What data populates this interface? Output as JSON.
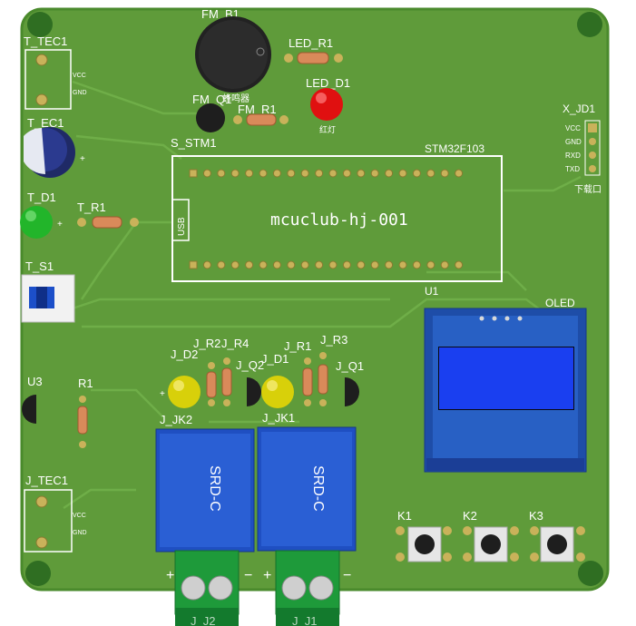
{
  "board": {
    "color": "#5f9b3a",
    "edge_color": "#4d8a2e",
    "silkscreen": "#ffffff",
    "copper": "#c9b25a"
  },
  "labels": {
    "fm_r1": "FM_R1",
    "led_r1": "LED_R1",
    "led_d1": "LED_D1",
    "fm_q1": "FM_Q1",
    "fm_r1b": "FM_R1",
    "t_tec1": "T_TEC1",
    "t_ec1": "T_EC1",
    "t_d1": "T_D1",
    "t_r1": "T_R1",
    "t_s1": "T_S1",
    "s_stm1": "S_STM1",
    "stm32": "STM32F103",
    "usb": "USB",
    "mcu": "mcuclub-hj-001",
    "u1": "U1",
    "oled": "OLED",
    "x_jd1": "X_JD1",
    "vcc": "VCC",
    "gnd": "GND",
    "rxd": "RXD",
    "txd": "TXD",
    "download": "下载口",
    "j_r2": "J_R2",
    "j_r4": "J_R4",
    "j_d2": "J_D2",
    "j_q2": "J_Q2",
    "j_r1": "J_R1",
    "j_r3": "J_R3",
    "j_d1": "J_D1",
    "j_q1": "J_Q1",
    "u3": "U3",
    "r1": "R1",
    "j_jk2": "J_JK2",
    "j_jk1": "J_JK1",
    "j_tec1": "J_TEC1",
    "srd": "SRD-C",
    "k1": "K1",
    "k2": "K2",
    "k3": "K3",
    "plus": "+",
    "minus": "−",
    "j_j2": "J_J2",
    "j_j1": "J_J1"
  }
}
